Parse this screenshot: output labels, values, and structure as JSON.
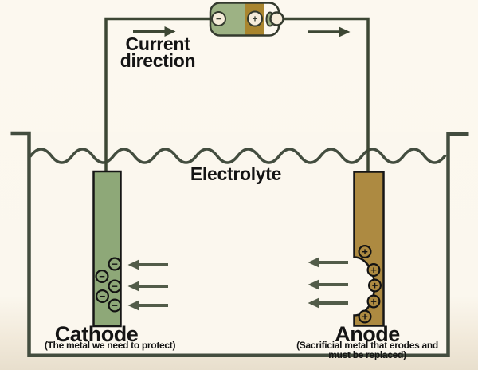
{
  "labels": {
    "current_direction": "Current direction",
    "electrolyte": "Electrolyte"
  },
  "battery": {
    "minus_symbol": "−",
    "plus_symbol": "+"
  },
  "cathode": {
    "title": "Cathode",
    "subtitle": "(The metal we need to protect)",
    "charge_symbol": "−",
    "color": "#8ea878"
  },
  "anode": {
    "title": "Anode",
    "subtitle": "(Sacrificial metal that erodes and must be replaced)",
    "charge_symbol": "+",
    "color": "#ad8a41"
  },
  "colors": {
    "background": "#fbf7ee",
    "wire": "#3d4734",
    "tank": "#434d3f",
    "arrow": "#525c49",
    "outline_dark": "#343a2e",
    "battery_green": "#9db284",
    "battery_gold": "#a9852e",
    "battery_cap": "#f6ecda"
  }
}
